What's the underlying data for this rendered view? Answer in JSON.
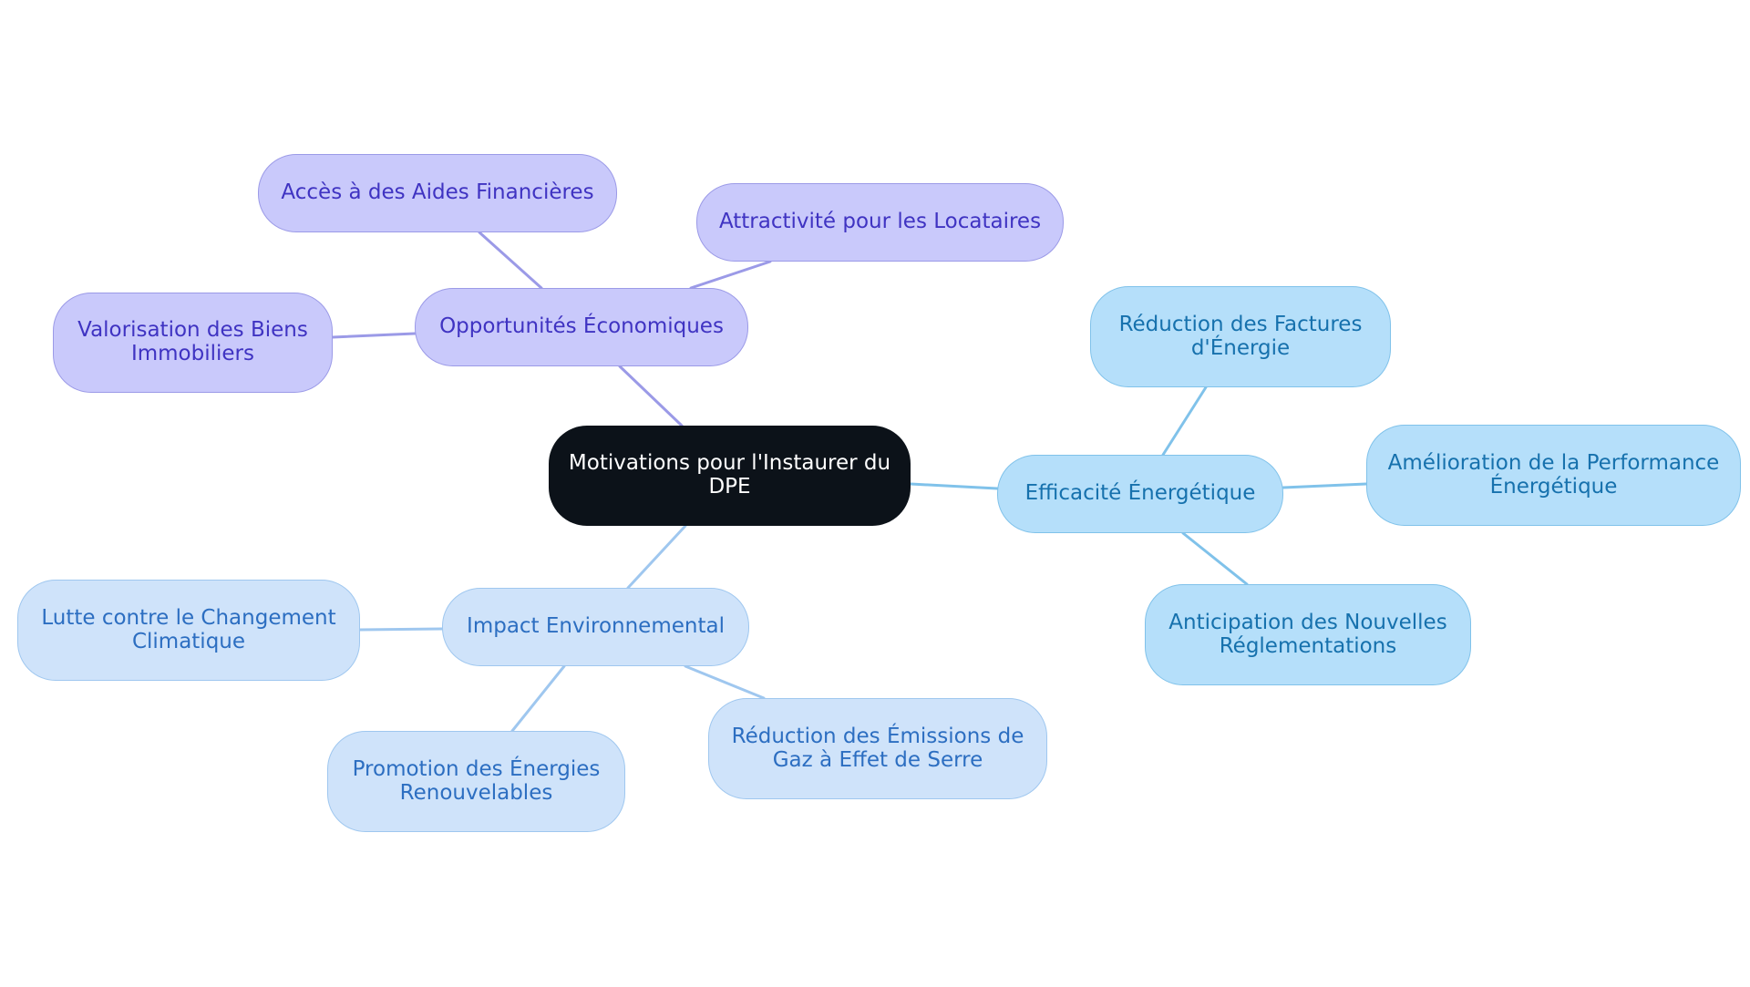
{
  "diagram": {
    "center": {
      "label_line1": "Motivations pour l'Instaurer du",
      "label_line2": "DPE"
    },
    "branches": {
      "opportunites": {
        "label": "Opportunités Économiques",
        "color": "#9b9ae7",
        "children": {
          "aides": {
            "label": "Accès à des Aides Financières"
          },
          "attractivite": {
            "label": "Attractivité pour les Locataires"
          },
          "valorisation": {
            "line1": "Valorisation des Biens",
            "line2": "Immobiliers"
          }
        }
      },
      "efficacite": {
        "label": "Efficacité Énergétique",
        "color": "#80c2ea",
        "children": {
          "factures": {
            "line1": "Réduction des Factures",
            "line2": "d'Énergie"
          },
          "amelioration": {
            "line1": "Amélioration de la Performance",
            "line2": "Énergétique"
          },
          "anticipation": {
            "line1": "Anticipation des Nouvelles",
            "line2": "Réglementations"
          }
        }
      },
      "environnement": {
        "label": "Impact Environnemental",
        "color": "#9fc7ef",
        "children": {
          "lutte": {
            "line1": "Lutte contre le Changement",
            "line2": "Climatique"
          },
          "promotion": {
            "line1": "Promotion des Énergies",
            "line2": "Renouvelables"
          },
          "emissions": {
            "line1": "Réduction des Émissions de",
            "line2": "Gaz à Effet de Serre"
          }
        }
      }
    }
  }
}
